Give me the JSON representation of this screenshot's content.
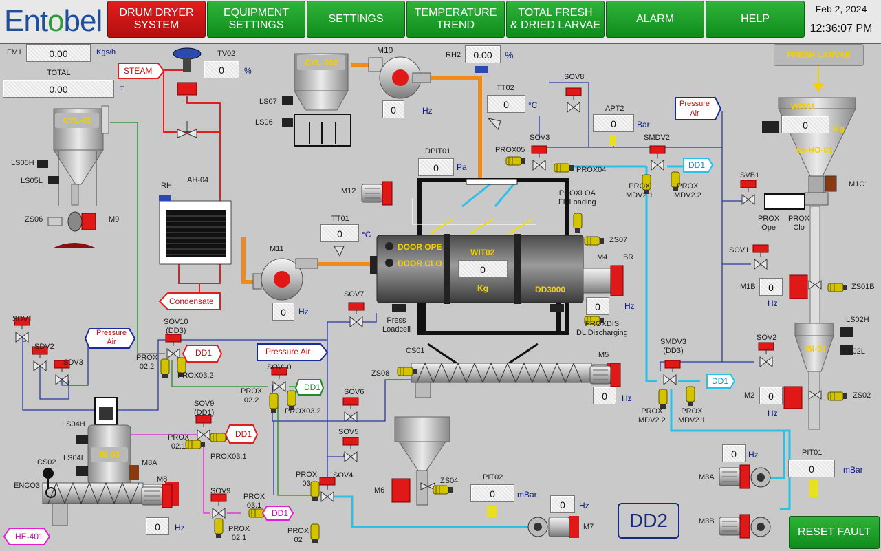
{
  "header": {
    "logo_pre": "Ent",
    "logo_o": "o",
    "logo_post": "bel",
    "nav": [
      {
        "label": "DRUM DRYER\nSYSTEM",
        "active": true
      },
      {
        "label": "EQUIPMENT\nSETTINGS",
        "active": false
      },
      {
        "label": "SETTINGS",
        "active": false
      },
      {
        "label": "TEMPERATURE\nTREND",
        "active": false
      },
      {
        "label": "TOTAL FRESH\n& DRIED LARVAE",
        "active": false
      },
      {
        "label": "ALARM",
        "active": false
      },
      {
        "label": "HELP",
        "active": false
      }
    ],
    "date": "Feb 2, 2024",
    "time": "12:36:07 PM"
  },
  "readouts": {
    "fm1": {
      "tag": "FM1",
      "value": "0.00",
      "unit": "Kgs/h"
    },
    "total": {
      "tag": "TOTAL",
      "value": "0.00",
      "unit": "T"
    },
    "tv02": {
      "tag": "TV02",
      "value": "0",
      "unit": "%"
    },
    "rh2": {
      "tag": "RH2",
      "value": "0.00",
      "unit": "%"
    },
    "m10": {
      "value": "0",
      "unit": "Hz"
    },
    "tt02": {
      "tag": "TT02",
      "value": "0",
      "unit": "°C"
    },
    "apt2": {
      "tag": "APT2",
      "value": "0",
      "unit": "Bar"
    },
    "dpit01": {
      "tag": "DPIT01",
      "value": "0",
      "unit": "Pa"
    },
    "tt01": {
      "tag": "TT01",
      "value": "0",
      "unit": "°C"
    },
    "m11": {
      "value": "0",
      "unit": "Hz"
    },
    "wit02": {
      "tag": "WIT02",
      "value": "0",
      "unit": "Kg"
    },
    "m4": {
      "value": "0",
      "unit": "Hz"
    },
    "m5": {
      "value": "0",
      "unit": "Hz"
    },
    "wit01": {
      "tag": "WIT01",
      "value": "0",
      "unit": "Kg"
    },
    "m1b": {
      "value": "0",
      "unit": "Hz"
    },
    "m2": {
      "value": "0",
      "unit": "Hz"
    },
    "m3a": {
      "value": "0",
      "unit": "Hz"
    },
    "pit01": {
      "tag": "PIT01",
      "value": "0",
      "unit": "mBar"
    },
    "pit02": {
      "tag": "PIT02",
      "value": "0",
      "unit": "mBar"
    },
    "m7": {
      "value": "0",
      "unit": "Hz"
    },
    "m8": {
      "value": "0",
      "unit": "Hz"
    }
  },
  "labels": {
    "steam": "STEAM",
    "condensate": "Condensate",
    "cyl01": "CYL-01",
    "cyl002": "CYL-002",
    "bi03": "BI-03",
    "bi01": "BI-01",
    "ho01": "65-HO-01",
    "dd3000": "DD3000",
    "door_ope": "DOOR OPE",
    "door_clo": "DOOR CLO",
    "fresh_larvae": "FRESH LARVAE",
    "pressure_air": "Pressure Air",
    "pressure_air2": "Pressure\nAir",
    "dd1": "DD1",
    "he401": "HE-401",
    "dd2": "DD2",
    "reset": "RESET FAULT",
    "tags": {
      "m10": "M10",
      "ls07": "LS07",
      "ls06": "LS06",
      "rh": "RH",
      "ah04": "AH-04",
      "ls05h": "LS05H",
      "ls05l": "LS05L",
      "zs06": "ZS06",
      "m9": "M9",
      "m12": "M12",
      "m11": "M11",
      "sov7": "SOV7",
      "press_loadcell": "Press\nLoadcell",
      "sov8": "SOV8",
      "sov3": "SOV3",
      "prox05": "PROX05",
      "prox04": "PROX04",
      "smdv2": "SMDV2",
      "prox_mdv21": "PROX\nMDV2.1",
      "prox_mdv22": "PROX\nMDV2.2",
      "proxloa": "PROXLOA\nFL Loading",
      "zs07": "ZS07",
      "m4": "M4",
      "br": "BR",
      "proxdis": "PROXDIS\nDL Discharging",
      "svb1": "SVB1",
      "prox_ope": "PROX\nOpe",
      "prox_clo": "PROX\nClo",
      "m1c1": "M1C1",
      "sov1": "SOV1",
      "m1b": "M1B",
      "zs01b": "ZS01B",
      "ls02h": "LS02H",
      "ls02l": "LS02L",
      "sov2r": "SOV2",
      "m2": "M2",
      "zs02": "ZS02",
      "smdv3": "SMDV3\n(DD3)",
      "prox_mdv22b": "PROX\nMDV2.2",
      "prox_mdv21b": "PROX\nMDV2.1",
      "cs01": "CS01",
      "zs08": "ZS08",
      "m5": "M5",
      "sdv1": "SDV1",
      "sdv2": "SDV2",
      "sdv3": "SDV3",
      "sov10dd3": "SOV10\n(DD3)",
      "prox022a": "PROX\n02.2",
      "prox032a": "PROX03.2",
      "sov10": "SOV10",
      "prox022b": "PROX\n02.2",
      "prox032b": "PROX03.2",
      "sov6": "SOV6",
      "sov9dd1": "SOV9\n(DD1)",
      "prox021a": "PROX\n02.1",
      "prox031a": "PROX03.1",
      "sov5": "SOV5",
      "ls04h": "LS04H",
      "ls04l": "LS04L",
      "m8a": "M8A",
      "m8": "M8",
      "cs02": "CS02",
      "enco3": "ENCO3",
      "sov9": "SOV9",
      "prox031b": "PROX\n03.1",
      "prox021b": "PROX\n02.1",
      "prox03": "PROX\n03",
      "sov4": "SOV4",
      "prox02": "PROX\n02",
      "m6": "M6",
      "zs04": "ZS04",
      "m7": "M7",
      "m3a": "M3A",
      "m3b": "M3B"
    }
  },
  "colors": {
    "steam_line": "#e02020",
    "air_line": "#2a3aa0",
    "cyan_line": "#2cc0e8",
    "orange_line": "#f08a18",
    "green_line": "#1e8a2a",
    "magenta_line": "#e020d0",
    "motor_red": "#e01818"
  }
}
